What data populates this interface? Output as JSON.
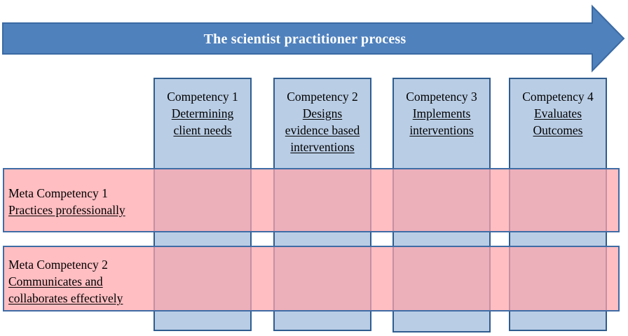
{
  "banner": {
    "title": "The scientist practitioner process",
    "color": "#4f81bd"
  },
  "competencies": [
    {
      "title": "Competency 1",
      "lines": [
        "Determining",
        "client needs"
      ]
    },
    {
      "title": "Competency 2",
      "lines": [
        "Designs",
        "evidence based",
        "interventions"
      ]
    },
    {
      "title": "Competency 3",
      "lines": [
        "Implements",
        "interventions"
      ]
    },
    {
      "title": "Competency 4",
      "lines": [
        "Evaluates",
        "Outcomes"
      ]
    }
  ],
  "meta_competencies": [
    {
      "title": "Meta Competency 1",
      "lines": [
        "Practices professionally"
      ]
    },
    {
      "title": "Meta Competency 2",
      "lines": [
        "Communicates and",
        "collaborates effectively"
      ]
    }
  ],
  "colors": {
    "column_fill": "#b9cde5",
    "column_border": "#2f5c8f",
    "row_fill": "#ffa5aa",
    "overlap_fill": "#c999ae"
  }
}
